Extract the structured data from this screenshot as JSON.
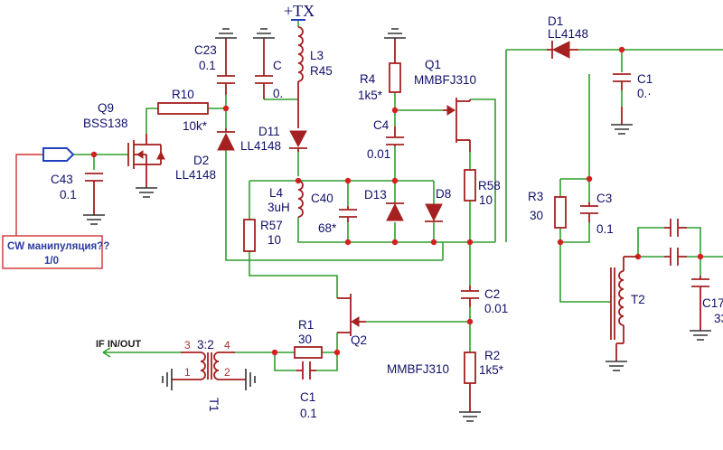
{
  "labels": {
    "tx": "+TX",
    "q9_ref": "Q9",
    "q9_val": "BSS138",
    "r10_ref": "R10",
    "r10_val": "10k*",
    "c43_ref": "C43",
    "c43_val": "0.1",
    "c23_ref": "C23",
    "c23_val": "0.1",
    "c_ref": "C",
    "c_val": "0.",
    "l3_ref": "L3",
    "l3_val": "R45",
    "d11_ref": "D11",
    "d11_val": "LL4148",
    "d2_ref": "D2",
    "d2_val": "LL4148",
    "l4_ref": "L4",
    "l4_val": "3uH",
    "c40_ref": "C40",
    "c40_val": "68*",
    "d13_ref": "D13",
    "d8_ref": "D8",
    "r57_ref": "R57",
    "r57_val": "10",
    "r4_ref": "R4",
    "r4_val": "1k5*",
    "q1_ref": "Q1",
    "q1_val": "MMBFJ310",
    "c4_ref": "C4",
    "c4_val": "0.01",
    "r58_ref": "R58",
    "r58_val": "10",
    "d1_ref": "D1",
    "d1_val": "LL4148",
    "c1_top_ref": "C1",
    "c1_top_val": "0.·",
    "r3_ref": "R3",
    "r3_val": "30",
    "c3_ref": "C3",
    "c3_val": "0.1",
    "c2_ref": "C2",
    "c2_val": "0.01",
    "r2_ref": "R2",
    "r2_val": "1k5*",
    "q2_ref": "Q2",
    "q2_part": "MMBFJ310",
    "r1_ref": "R1",
    "r1_val": "30",
    "c1_ref": "C1",
    "c1_val": "0.1",
    "t2_ref": "T2",
    "c17_ref": "C17",
    "c17_val": "33",
    "t1_ref": "T1",
    "t1_ratio": "3:2",
    "t1_pin3": "3",
    "t1_pin4": "4",
    "t1_pin1": "1",
    "t1_pin2": "2",
    "if_label": "IF IN/OUT"
  },
  "note": {
    "line1": "CW манипуляция??",
    "line2": "1/0"
  },
  "colors": {
    "wire": "#2e9e2e",
    "component": "#a52020",
    "node": "#d42020",
    "text": "#10106a",
    "note_border": "#d43030",
    "port": "#2040c0"
  }
}
